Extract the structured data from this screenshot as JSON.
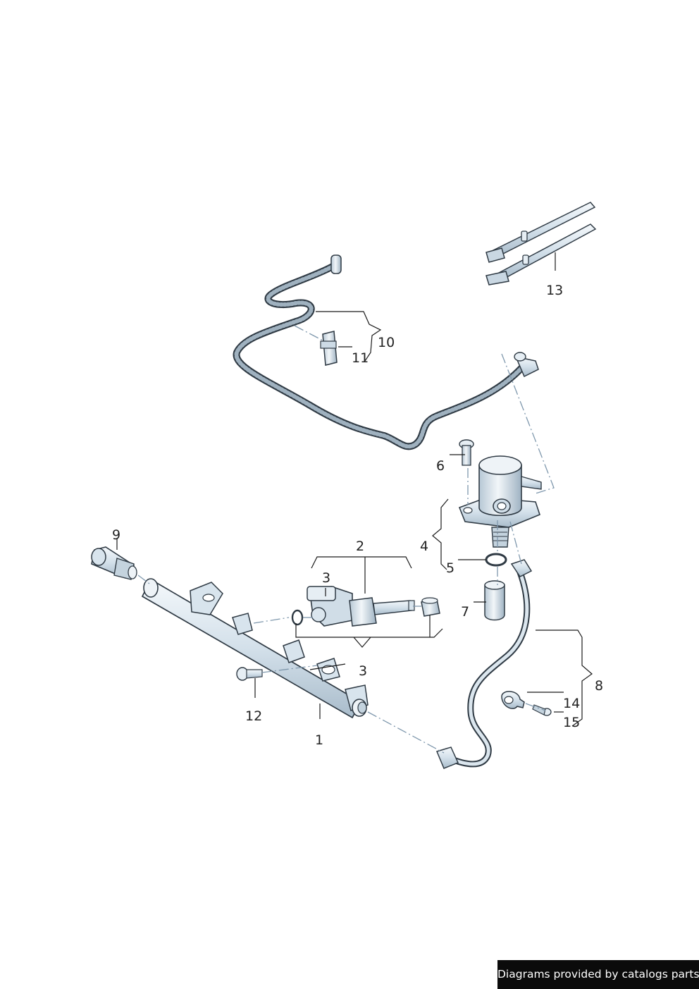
{
  "callouts": {
    "c1": "1",
    "c2": "2",
    "c3a": "3",
    "c3b": "3",
    "c4": "4",
    "c5": "5",
    "c6": "6",
    "c7": "7",
    "c8": "8",
    "c9": "9",
    "c10": "10",
    "c11": "11",
    "c12": "12",
    "c13": "13",
    "c14": "14",
    "c15": "15"
  },
  "credit": "Diagrams provided by catalogs parts",
  "colors": {
    "line_art": "#2f3a44",
    "part_fill": "#dfe9f1",
    "leader": "#1a1a1a",
    "dash_line": "#7f98ad",
    "banner_bg": "#0b0b0b",
    "banner_text": "#ffffff"
  }
}
